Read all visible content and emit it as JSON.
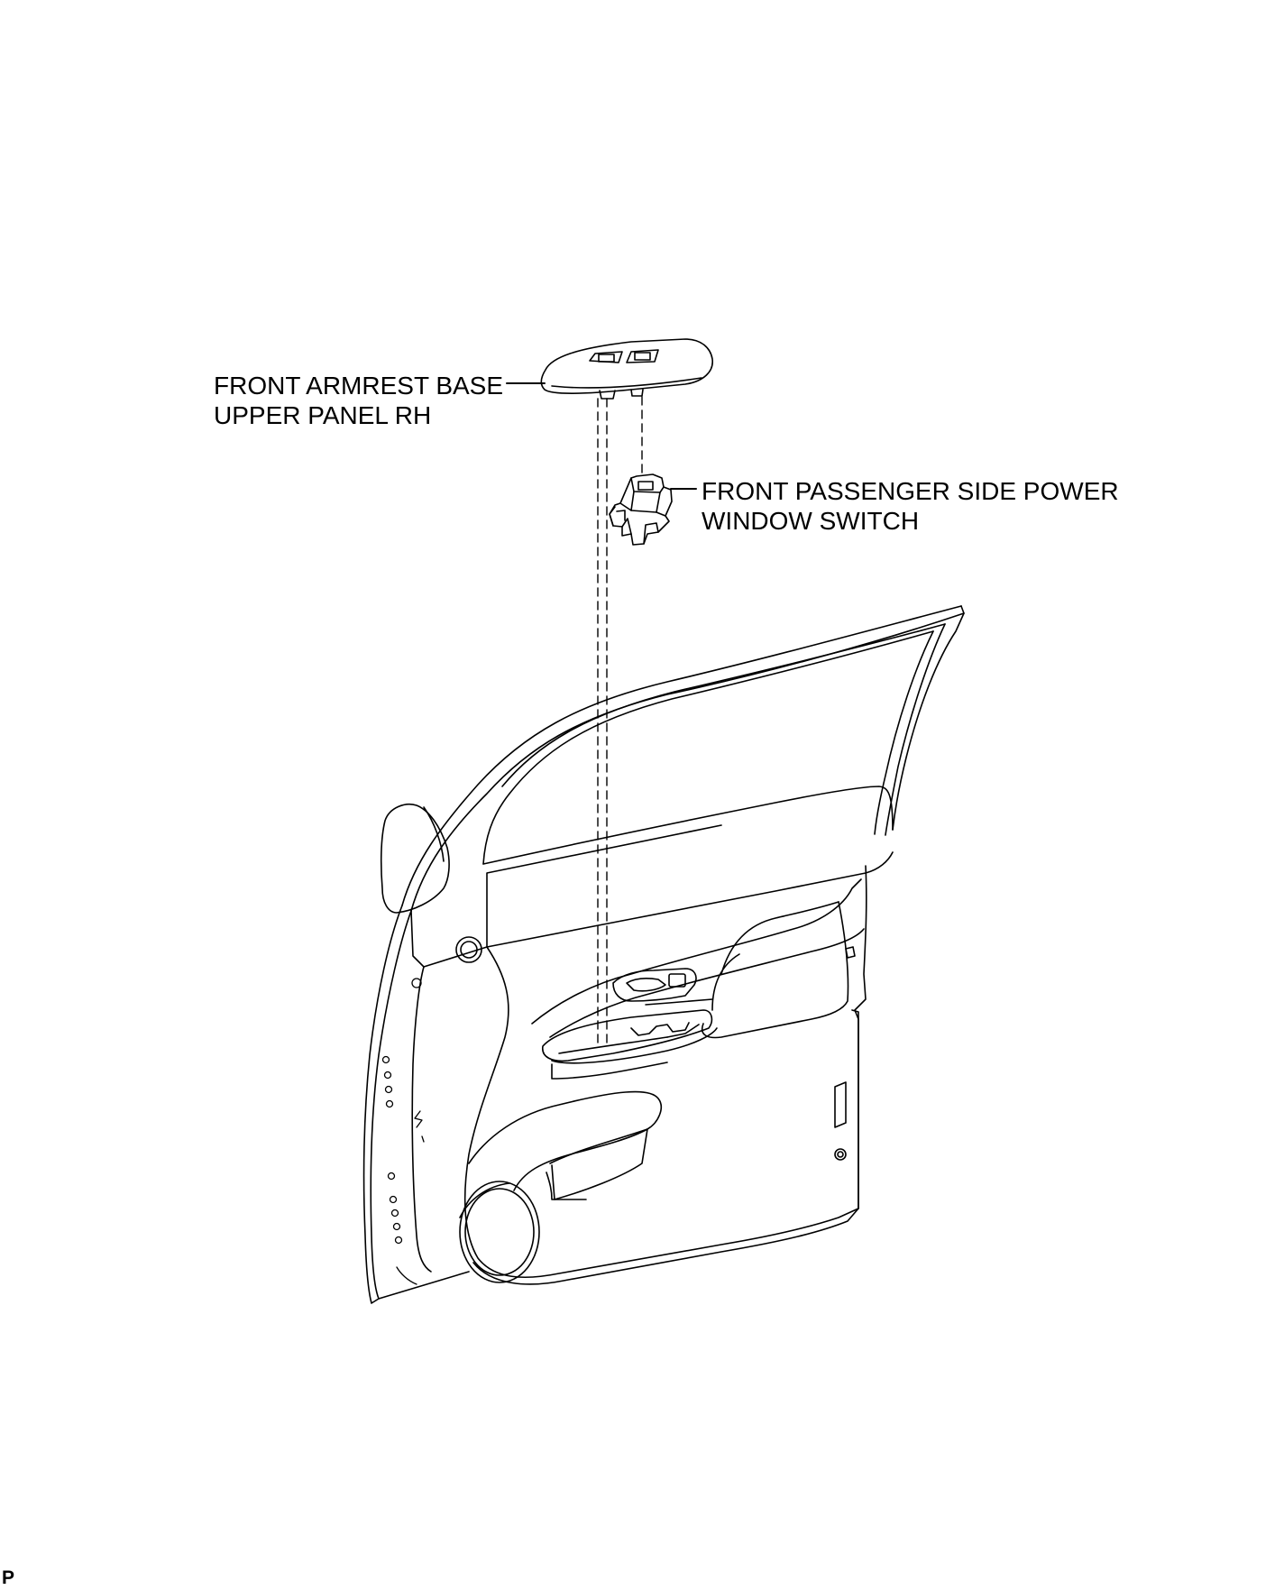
{
  "labels": {
    "armrest_panel": {
      "line1": "FRONT ARMREST BASE",
      "line2": "UPPER PANEL RH"
    },
    "window_switch": {
      "line1": "FRONT PASSENGER SIDE POWER",
      "line2": "WINDOW SWITCH"
    }
  },
  "corner_code": "P",
  "colors": {
    "line": "#000000",
    "background": "#ffffff"
  }
}
